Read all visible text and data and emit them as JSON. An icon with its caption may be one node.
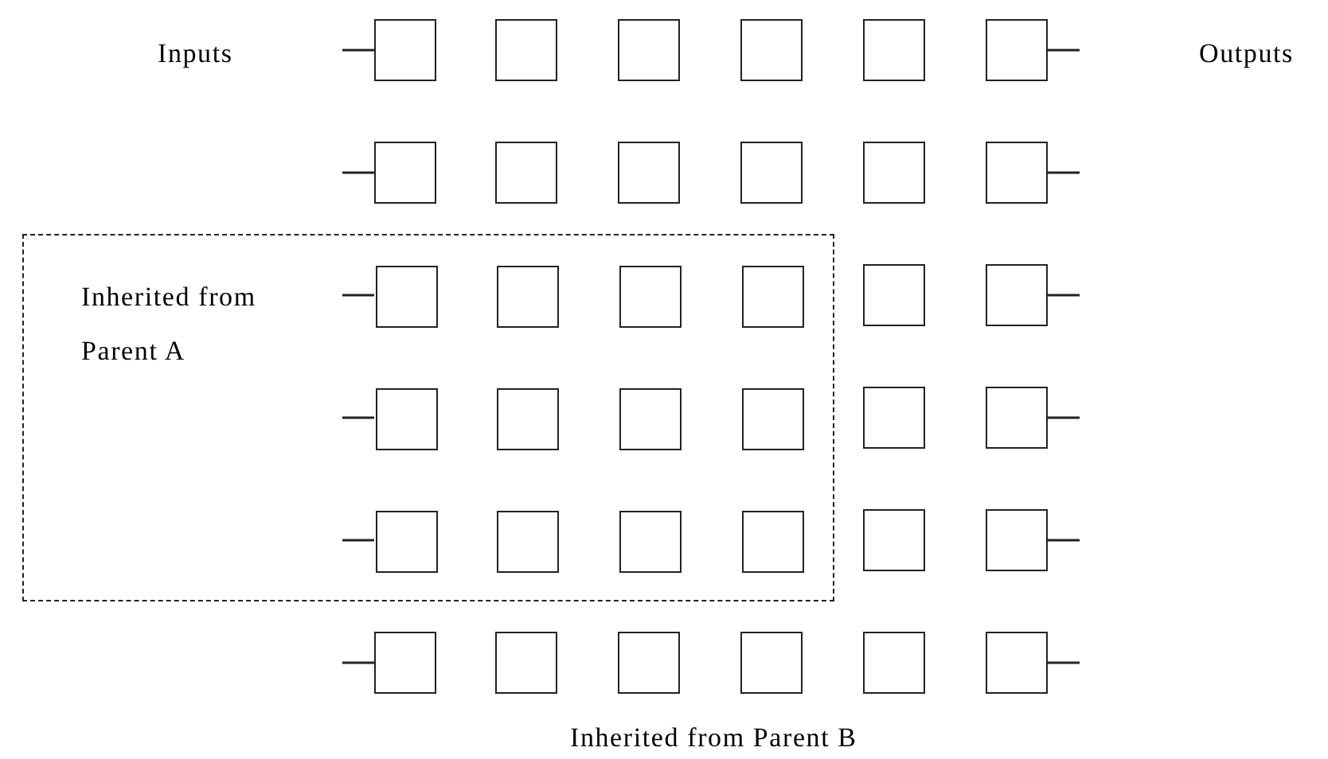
{
  "diagram": {
    "nodes": [
      {
        "text": [
          "Inherited from Parent A"
        ]
      },
      {
        "text": [],
        "shape": "box"
      },
      {
        "text": [],
        "shape": "box"
      },
      {
        "text": [],
        "shape": "box"
      },
      {
        "text": [],
        "shape": "box"
      },
      {
        "text": [],
        "shape": "box"
      },
      {
        "text": [],
        "shape": "box"
      },
      {
        "text": [],
        "shape": "box"
      },
      {
        "text": [],
        "shape": "box"
      },
      {
        "text": [],
        "shape": "box"
      },
      {
        "text": [],
        "shape": "box"
      },
      {
        "text": [],
        "shape": "box"
      },
      {
        "text": [],
        "shape": "box"
      },
      {
        "text": [],
        "shape": "box",
        "in": 0
      },
      {
        "text": [],
        "shape": "box",
        "in": 0
      },
      {
        "text": [],
        "shape": "box",
        "in": 0
      },
      {
        "text": [],
        "shape": "box",
        "in": 0
      },
      {
        "text": [],
        "shape": "box"
      },
      {
        "text": [],
        "shape": "box"
      },
      {
        "text": [],
        "shape": "box",
        "in": 0
      },
      {
        "text": [],
        "shape": "box",
        "in": 0
      },
      {
        "text": [],
        "shape": "box",
        "in": 0
      },
      {
        "text": [],
        "shape": "box",
        "in": 0
      },
      {
        "text": [],
        "shape": "box"
      },
      {
        "text": [],
        "shape": "box"
      },
      {
        "text": [],
        "shape": "box",
        "in": 0
      },
      {
        "text": [],
        "shape": "box",
        "in": 0
      },
      {
        "text": [],
        "shape": "box",
        "in": 0
      },
      {
        "text": [],
        "shape": "box",
        "in": 0
      },
      {
        "text": [],
        "shape": "box"
      },
      {
        "text": [],
        "shape": "box"
      },
      {
        "text": [],
        "shape": "box"
      },
      {
        "text": [],
        "shape": "box"
      },
      {
        "text": [],
        "shape": "box"
      },
      {
        "text": [],
        "shape": "box"
      },
      {
        "text": [],
        "shape": "box"
      },
      {
        "text": [],
        "shape": "box"
      }
    ],
    "edges": [
      {
        "from": null,
        "to": 1,
        "arrow": "none"
      },
      {
        "from": 6,
        "to": null,
        "arrow": "none"
      },
      {
        "from": null,
        "to": 7,
        "arrow": "none"
      },
      {
        "from": 12,
        "to": null,
        "arrow": "none"
      },
      {
        "from": null,
        "to": 13,
        "arrow": "none"
      },
      {
        "from": 18,
        "to": null,
        "arrow": "none"
      },
      {
        "from": null,
        "to": 19,
        "arrow": "none"
      },
      {
        "from": 24,
        "to": null,
        "arrow": "none"
      },
      {
        "from": null,
        "to": 25,
        "arrow": "none"
      },
      {
        "from": 30,
        "to": null,
        "arrow": "none"
      },
      {
        "from": null,
        "to": 31,
        "arrow": "none"
      },
      {
        "from": 36,
        "to": null,
        "arrow": "none"
      }
    ],
    "labels": [
      "Inputs",
      "Outputs",
      "Inherited from Parent B"
    ]
  }
}
